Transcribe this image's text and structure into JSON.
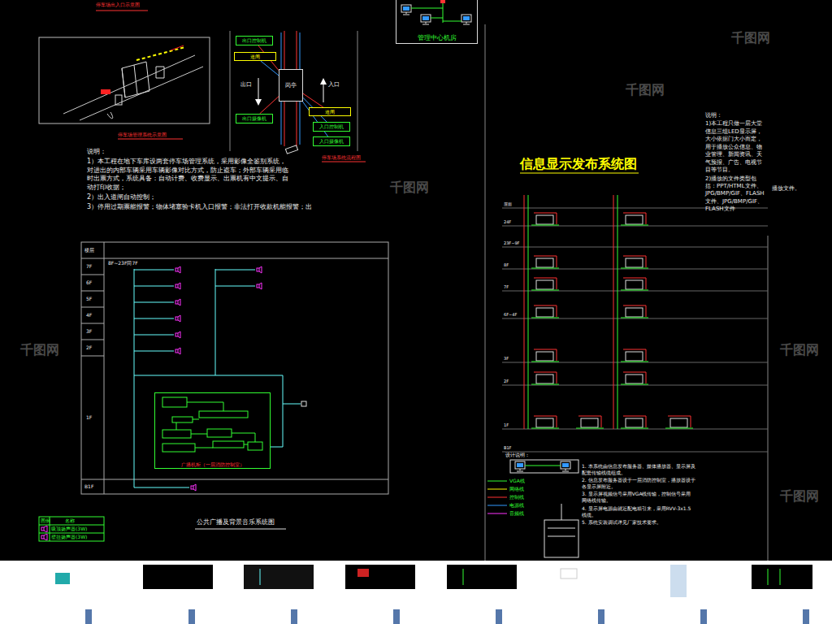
{
  "diagram": {
    "title": "信息显示发布系统图",
    "nodes": [
      {
        "text": [
          "管理中心机房"
        ]
      },
      {
        "text": [
          "岗亭"
        ]
      },
      {
        "text": [
          "出口控制机"
        ]
      },
      {
        "text": [
          "道闸"
        ]
      },
      {
        "text": [
          "出口摄像机"
        ]
      },
      {
        "text": [
          "入口控制机"
        ]
      },
      {
        "text": [
          "道闸"
        ]
      },
      {
        "text": [
          "入口摄像机"
        ]
      },
      {
        "text": [
          "广播机柜（一层消防控制室）"
        ]
      }
    ],
    "edges": [
      {
        "from": 1,
        "to": 2,
        "arrow": "none"
      },
      {
        "from": 1,
        "to": 3,
        "arrow": "none"
      },
      {
        "from": 1,
        "to": 4,
        "arrow": "none"
      },
      {
        "from": 1,
        "to": 5,
        "arrow": "none"
      },
      {
        "from": 1,
        "to": 6,
        "arrow": "none"
      },
      {
        "from": 1,
        "to": 7,
        "arrow": "none"
      }
    ],
    "labels": [
      "停车场出入口示意图",
      "停车场管理系统示意图",
      "出口",
      "入口",
      "停车场系统流程图",
      "说明：",
      "1）本工程在地下车库设两套停车场管理系统，采用影像全鉴别系统，对进出的内部车辆采用车辆影像对比方式，防止盗车；外部车辆采用临时出票方式，系统具备：自动计费、收费显示、出票机有中文提示、自动打印收据；",
      "2）出入道闸自动控制；",
      "3）停用过期票能报警；物体堵塞验卡机入口报警；非法打开收款机能报警；出",
      "楼层",
      "7F",
      "6F",
      "5F",
      "4F",
      "3F",
      "2F",
      "1F",
      "B1F",
      "8F~23F同7F",
      "公共广播及背景音乐系统图",
      "图例",
      "名称",
      "说明：",
      "1)本工程只做一层大堂信息三组LED显示屏，大小依据门大小而定，用于播放公众信息、物业管理、新闻资讯、天气预报、广告、电视节目等节目。",
      "2)播放的文件类型包括：PPT/HTML文件、JPG/BMP/GIF、FLASH文件、JPG/BMP/GIF、FLASH文件",
      "播放文件。",
      "屋面",
      "24F",
      "23F~9F",
      "8F",
      "7F",
      "6F~4F",
      "3F",
      "2F",
      "1F",
      "B1F",
      "设计说明：",
      "1. 本系统由信息发布服务器、媒体播放器、显示屏及配套传输线缆组成。",
      "2. 信息发布服务器设于一层消防控制室，播放器设于各显示屏附近。",
      "3. 显示屏视频信号采用VGA线传输，控制信号采用网络线传输。",
      "4. 显示屏电源由就近配电箱引来，采用RVV-3x1.5线缆。",
      "5. 系统安装调试详见厂家技术要求。",
      "千图网",
      "千图网",
      "千图网",
      "千图网",
      "千图网",
      "千图网"
    ],
    "legend": [
      {
        "text": "吸顶扬声器(3W)"
      },
      {
        "text": "壁挂扬声器(3W)"
      },
      {
        "text": "VGA线"
      },
      {
        "text": "网络线"
      },
      {
        "text": "控制线"
      },
      {
        "text": "电源线"
      },
      {
        "text": "音频线"
      }
    ]
  }
}
